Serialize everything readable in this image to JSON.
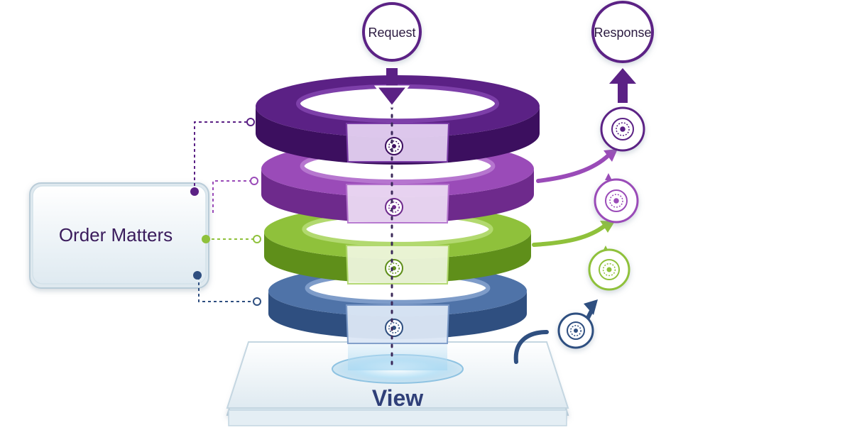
{
  "labels": {
    "request": "Request",
    "response": "Response",
    "order": "Order Matters",
    "view": "View"
  },
  "layers": [
    {
      "name": "layer-1",
      "color": "#5b2185",
      "dark": "#3c0f5f",
      "inner": "#7d3fa9",
      "tab": "#e4d0f2"
    },
    {
      "name": "layer-2",
      "color": "#9a4bb8",
      "dark": "#6e2a8c",
      "inner": "#b676cf",
      "tab": "#ecdaf4"
    },
    {
      "name": "layer-3",
      "color": "#8fc13b",
      "dark": "#5f8f1a",
      "inner": "#b2d96f",
      "tab": "#eef6dc"
    },
    {
      "name": "layer-4",
      "color": "#4f73a8",
      "dark": "#2f4f80",
      "inner": "#7e9cc9",
      "tab": "#dde8f6"
    }
  ],
  "colors": {
    "purple": "#5b2185",
    "navy": "#2f3f78",
    "panel": "#eef4f8",
    "panelStroke": "#b9ccd8"
  },
  "icons": {
    "core": "gear-chip-icon",
    "response_steps": [
      "gear-chip-icon",
      "gear-chip-icon",
      "gear-chip-icon",
      "gear-chip-icon"
    ]
  }
}
